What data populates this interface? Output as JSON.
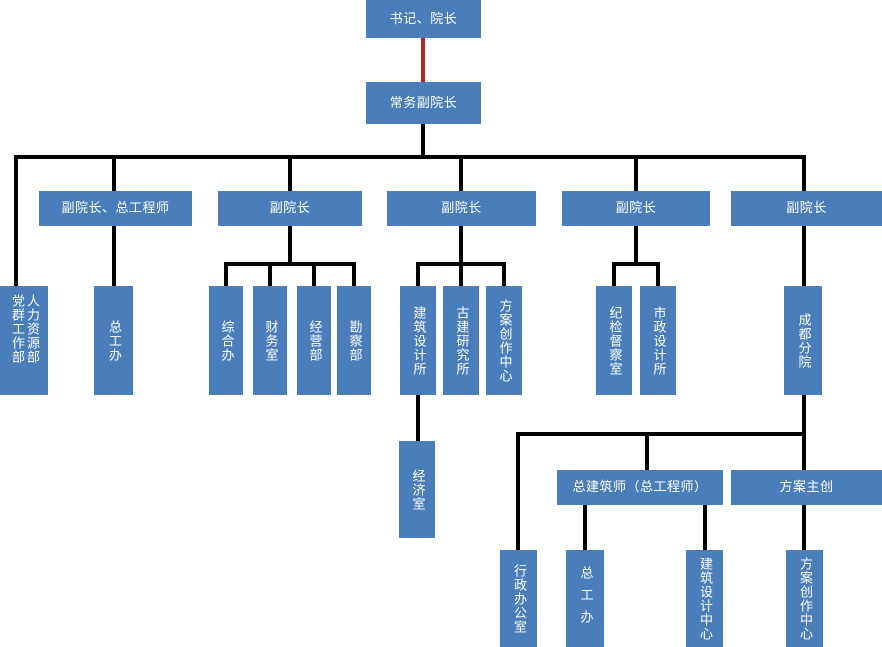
{
  "chart": {
    "title_node": "书记、院长",
    "type": "org-chart",
    "colors": {
      "node_fill": "#4a7ebb",
      "node_text": "#ffffff",
      "connector": "#000000",
      "highlight_connector": "#b52222",
      "background": "#ffffff"
    }
  },
  "nodes": {
    "root": "书记、院长",
    "exec_vp": "常务副院长",
    "vp1": "副院长、总工程师",
    "vp2": "副院长",
    "vp3": "副院长",
    "vp4": "副院长",
    "vp5": "副院长",
    "hr_dept": "人力资源部",
    "party_dept": "党群工作部",
    "chief_eng_office": "总工办",
    "general_office": "综合办",
    "finance_office": "财务室",
    "operations_dept": "经营部",
    "survey_dept": "勘察部",
    "arch_design_institute": "建筑设计所",
    "ancient_arch_institute": "古建研究所",
    "scheme_creation_center": "方案创作中心",
    "discipline_office": "纪检督察室",
    "municipal_design_institute": "市政设计所",
    "chengdu_branch": "成都分院",
    "economics_office": "经济室",
    "admin_office": "行政办公室",
    "branch_chief_eng_office": "总工办",
    "chief_architect": "总建筑师（总工程师）",
    "scheme_lead": "方案主创",
    "arch_design_center": "建筑设计中心",
    "branch_scheme_center": "方案创作中心"
  }
}
